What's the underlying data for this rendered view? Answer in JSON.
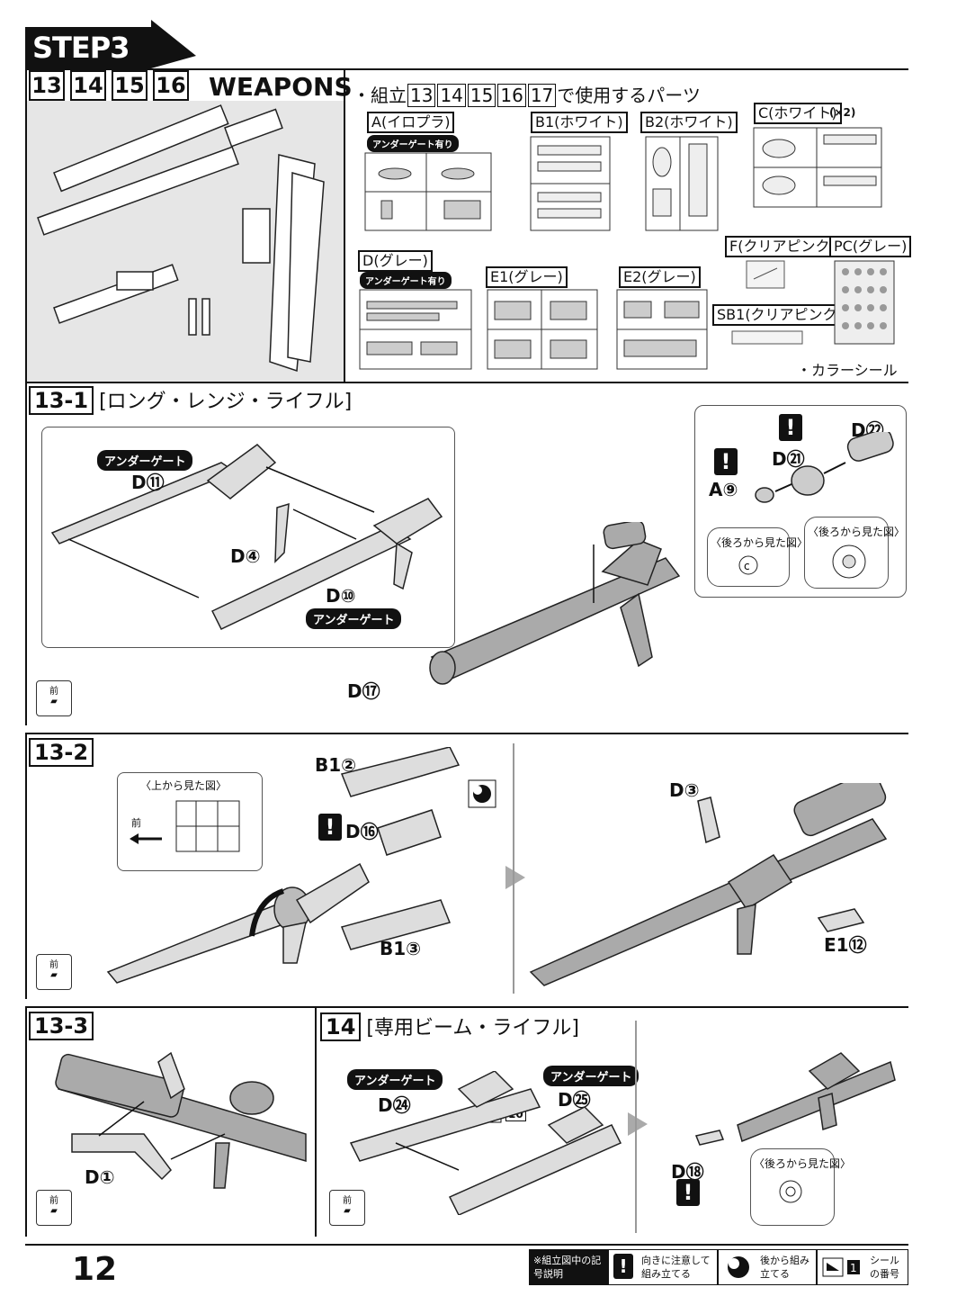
{
  "header": {
    "step": "STEP3",
    "assembly_numbers": [
      "13",
      "14",
      "15",
      "16"
    ],
    "section_title": "WEAPONS"
  },
  "parts_list": {
    "intro_prefix": "・組立",
    "intro_numbers": [
      "13",
      "14",
      "15",
      "16",
      "17"
    ],
    "intro_suffix": "で使用するパーツ",
    "runners": [
      {
        "label": "A(イロプラ)",
        "tag": "アンダーゲート有り"
      },
      {
        "label": "B1(ホワイト)"
      },
      {
        "label": "B2(ホワイト)"
      },
      {
        "label": "C(ホワイト)",
        "note": "(×2)"
      },
      {
        "label": "D(グレー)",
        "tag": "アンダーゲート有り"
      },
      {
        "label": "E1(グレー)"
      },
      {
        "label": "E2(グレー)"
      },
      {
        "label": "F(クリアピンク)"
      },
      {
        "label": "PC(グレー)"
      },
      {
        "label": "SB1(クリアピンク)"
      }
    ],
    "sticker_note": "・カラーシール"
  },
  "step13_1": {
    "num": "13-1",
    "title": "[ロング・レンジ・ライフル]",
    "underGate": "アンダーゲート",
    "parts": [
      "D⑪",
      "D④",
      "D⑩",
      "D⑰",
      "A⑨",
      "D㉑",
      "D㉒"
    ],
    "view_back": "〈後ろから見た図〉",
    "front": "前"
  },
  "step13_2": {
    "num": "13-2",
    "view_top": "〈上から見た図〉",
    "front": "前",
    "parts": [
      "B1②",
      "D⑯",
      "B1③",
      "D③",
      "E1⑫"
    ]
  },
  "step13_3": {
    "num": "13-3",
    "parts": [
      "D①"
    ],
    "front": "前"
  },
  "step14": {
    "num": "14",
    "title": "[専用ビーム・ライフル]",
    "underGate": "アンダーゲート",
    "parts": [
      "D㉔",
      "D㉕",
      "D⑱"
    ],
    "sticker_num": "10",
    "view_back": "〈後ろから見た図〉",
    "front": "前"
  },
  "footer": {
    "page": "12",
    "legend_title": "※組立図中の記号説明",
    "legend_items": [
      "向きに注意して組み立てる",
      "後から組み立てる",
      "シールの番号"
    ]
  }
}
